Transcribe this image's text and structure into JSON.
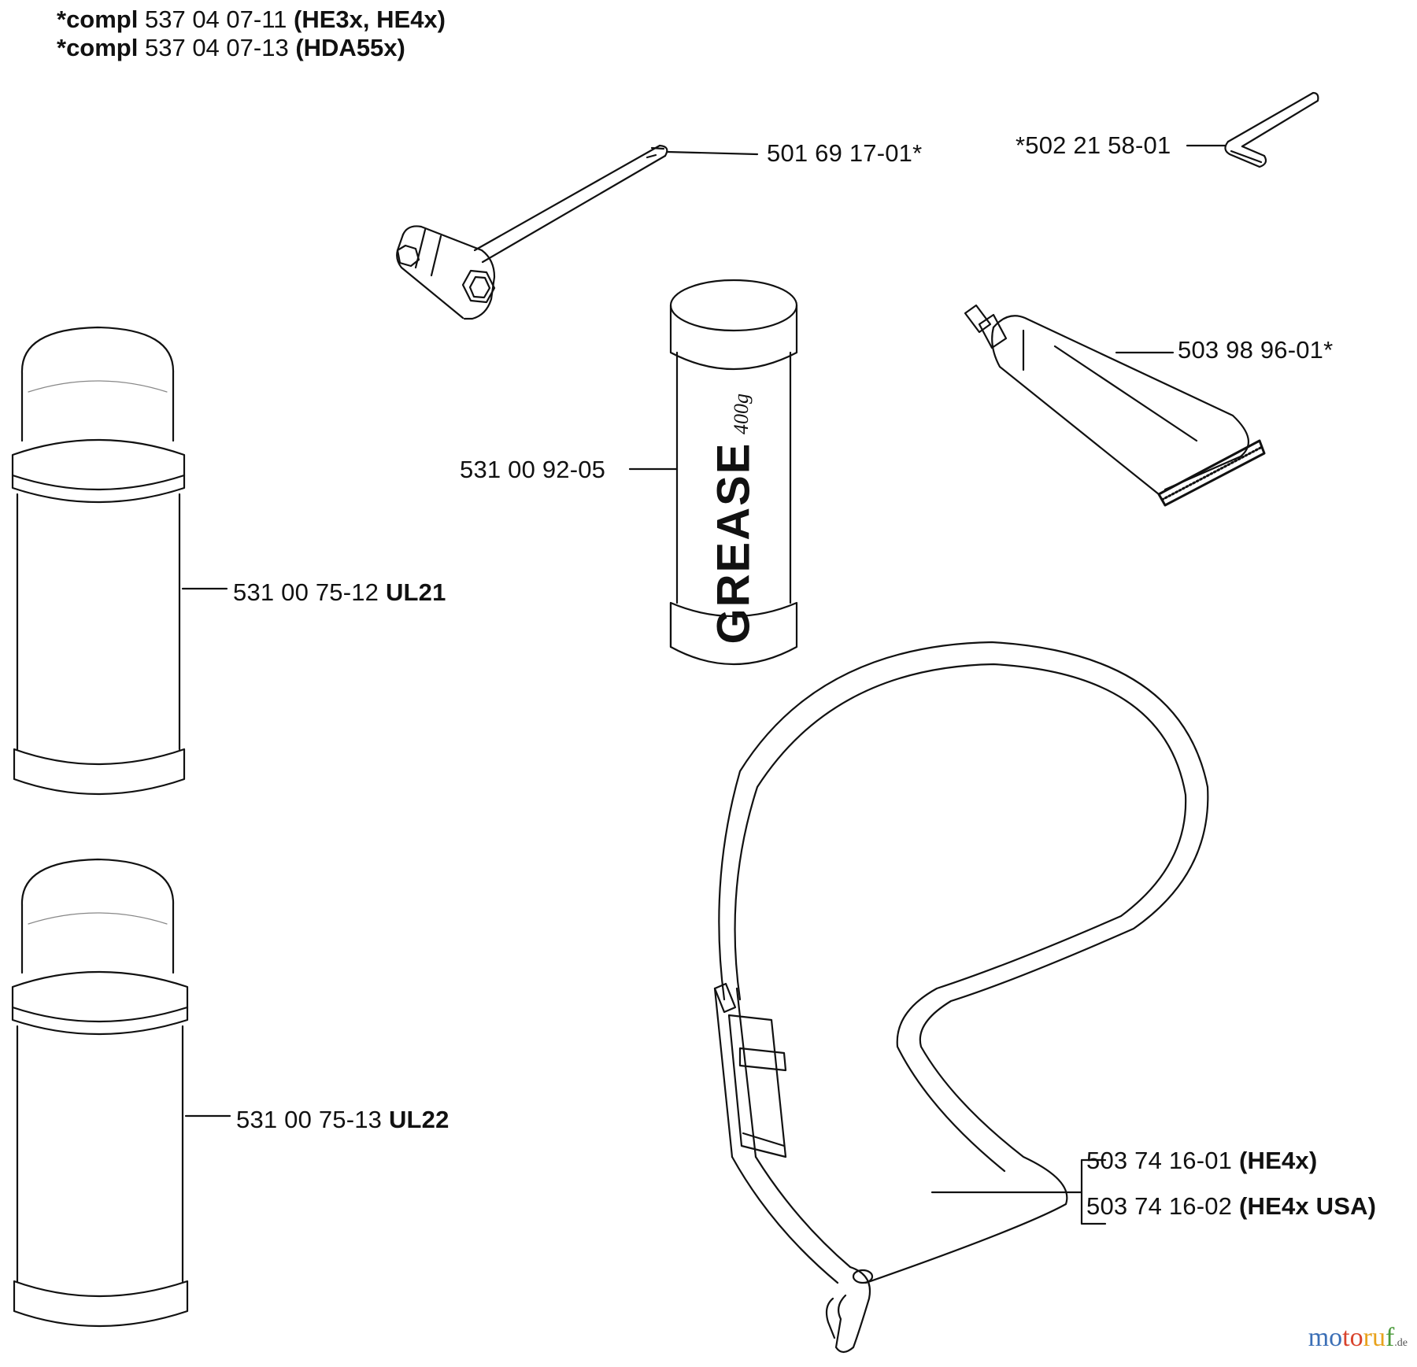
{
  "header": {
    "line1": {
      "prefix": "*compl",
      "number": "537 04 07-11",
      "models": "(HE3x, HE4x)"
    },
    "line2": {
      "prefix": "*compl",
      "number": "537 04 07-13",
      "models": "(HDA55x)"
    }
  },
  "parts": {
    "wrench": {
      "number": "501 69 17-01*"
    },
    "hex_key": {
      "number": "*502 21 58-01"
    },
    "tube": {
      "number": "503 98 96-01*"
    },
    "grease": {
      "number": "531 00 92-05",
      "label": "GREASE",
      "weight": "400g"
    },
    "can_1": {
      "number": "531 00 75-12",
      "code": "UL21"
    },
    "can_2": {
      "number": "531 00 75-13",
      "code": "UL22"
    },
    "harness": [
      {
        "number": "503 74 16-01",
        "models": "(HE4x)"
      },
      {
        "number": "503 74 16-02",
        "models": "(HE4x USA)"
      }
    ]
  },
  "watermark": {
    "m": "mo",
    "r": "to",
    "u": "ru",
    "f": "f",
    "suffix": ".de"
  }
}
